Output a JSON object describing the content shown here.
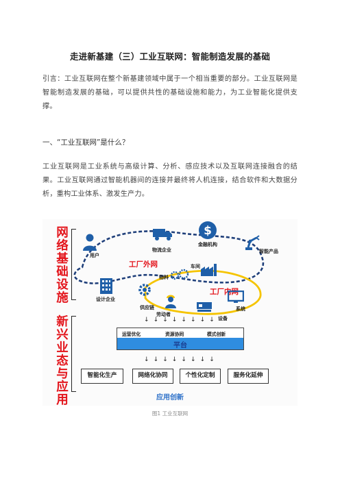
{
  "article": {
    "title": "走进新基建（三）工业互联网：智能制造发展的基础",
    "intro": "引言：工业互联网在整个新基建领域中属于一个相当重要的部分。工业互联网是智能制造发展的基础，可以提供共性的基础设施和能力，为工业智能化提供支撑。",
    "heading_1": "一、“工业互联网”是什么？",
    "paragraph_1": "工业互联网是工业系统与高级计算、分析、感应技术以及互联网连接融合的结果。工业互联网通过智能机器间的连接并最终将人机连接，结合软件和大数据分析，重构工业体系、激发生产力。",
    "figure_caption": "图1 工业互联网"
  },
  "figure": {
    "section_top": "网络基础设施",
    "section_bottom": "新兴业态与应用",
    "outer_network": "工厂外网",
    "inner_network": "工厂内网",
    "nodes": {
      "user": "用户",
      "logistics": "物流企业",
      "finance": "金融机构",
      "smart_product": "智能产品",
      "workshop": "车间",
      "materials": "物料",
      "design": "设计企业",
      "supply_chain": "供应链",
      "worker": "劳动者",
      "system": "系统",
      "equipment": "设备"
    },
    "platform": {
      "sub_1": "运营优化",
      "sub_2": "资源协同",
      "sub_3": "模式创新",
      "label": "平台"
    },
    "arrows_top": "↓ ↓ ↓ ↓ ↓ ↓ ↓ ↓",
    "arrows_bottom": "↓ ↓ ↓ ↓ ↓ ↓ ↓ ↓",
    "apps": [
      "智能化生产",
      "网络化协同",
      "个性化定制",
      "服务化延伸"
    ],
    "app_innovation": "应用创新",
    "colors": {
      "red": "#e3141b",
      "blue": "#2f8de0",
      "yellow": "#f5c400",
      "navy": "#1f5fa8"
    }
  }
}
